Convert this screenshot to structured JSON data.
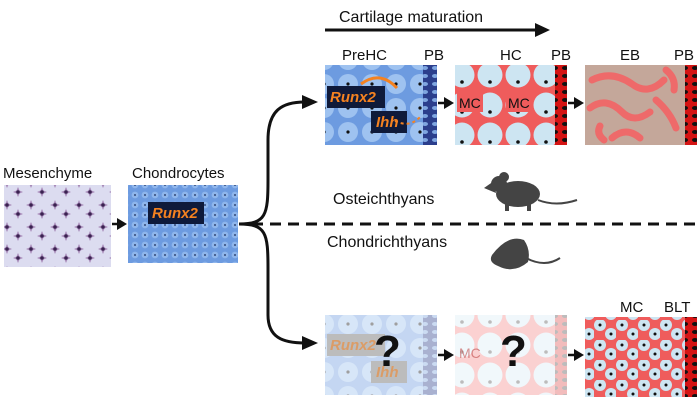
{
  "labels": {
    "cartilage_maturation": "Cartilage maturation",
    "mesenchyme": "Mesenchyme",
    "chondrocytes": "Chondrocytes",
    "prehc": "PreHC",
    "pb1": "PB",
    "hc": "HC",
    "pb2": "PB",
    "eb": "EB",
    "pb3": "PB",
    "mc_hc_left": "MC",
    "mc_hc_right": "MC",
    "osteichthyans": "Osteichthyans",
    "chondrichthyans": "Chondrichthyans",
    "mc_bottom": "MC",
    "blt": "BLT",
    "mc_faded": "MC"
  },
  "genes": {
    "runx2": "Runx2",
    "ihh": "Ihh",
    "runx2_faded": "Runx2",
    "ihh_faded": "Ihh"
  },
  "question_marks": [
    "?",
    "?"
  ],
  "colors": {
    "chondro_blue": "#6d9be0",
    "cell_light": "#cde5f2",
    "matrix_red": "#ef5c5c",
    "bone_tan": "#c4a79a",
    "gene_orange": "#f58220",
    "mesenchyme_bg": "#dcdcf0",
    "mesenchyme_cell": "#a78ab8"
  },
  "icons": [
    "mouse-icon",
    "stingray-icon"
  ]
}
